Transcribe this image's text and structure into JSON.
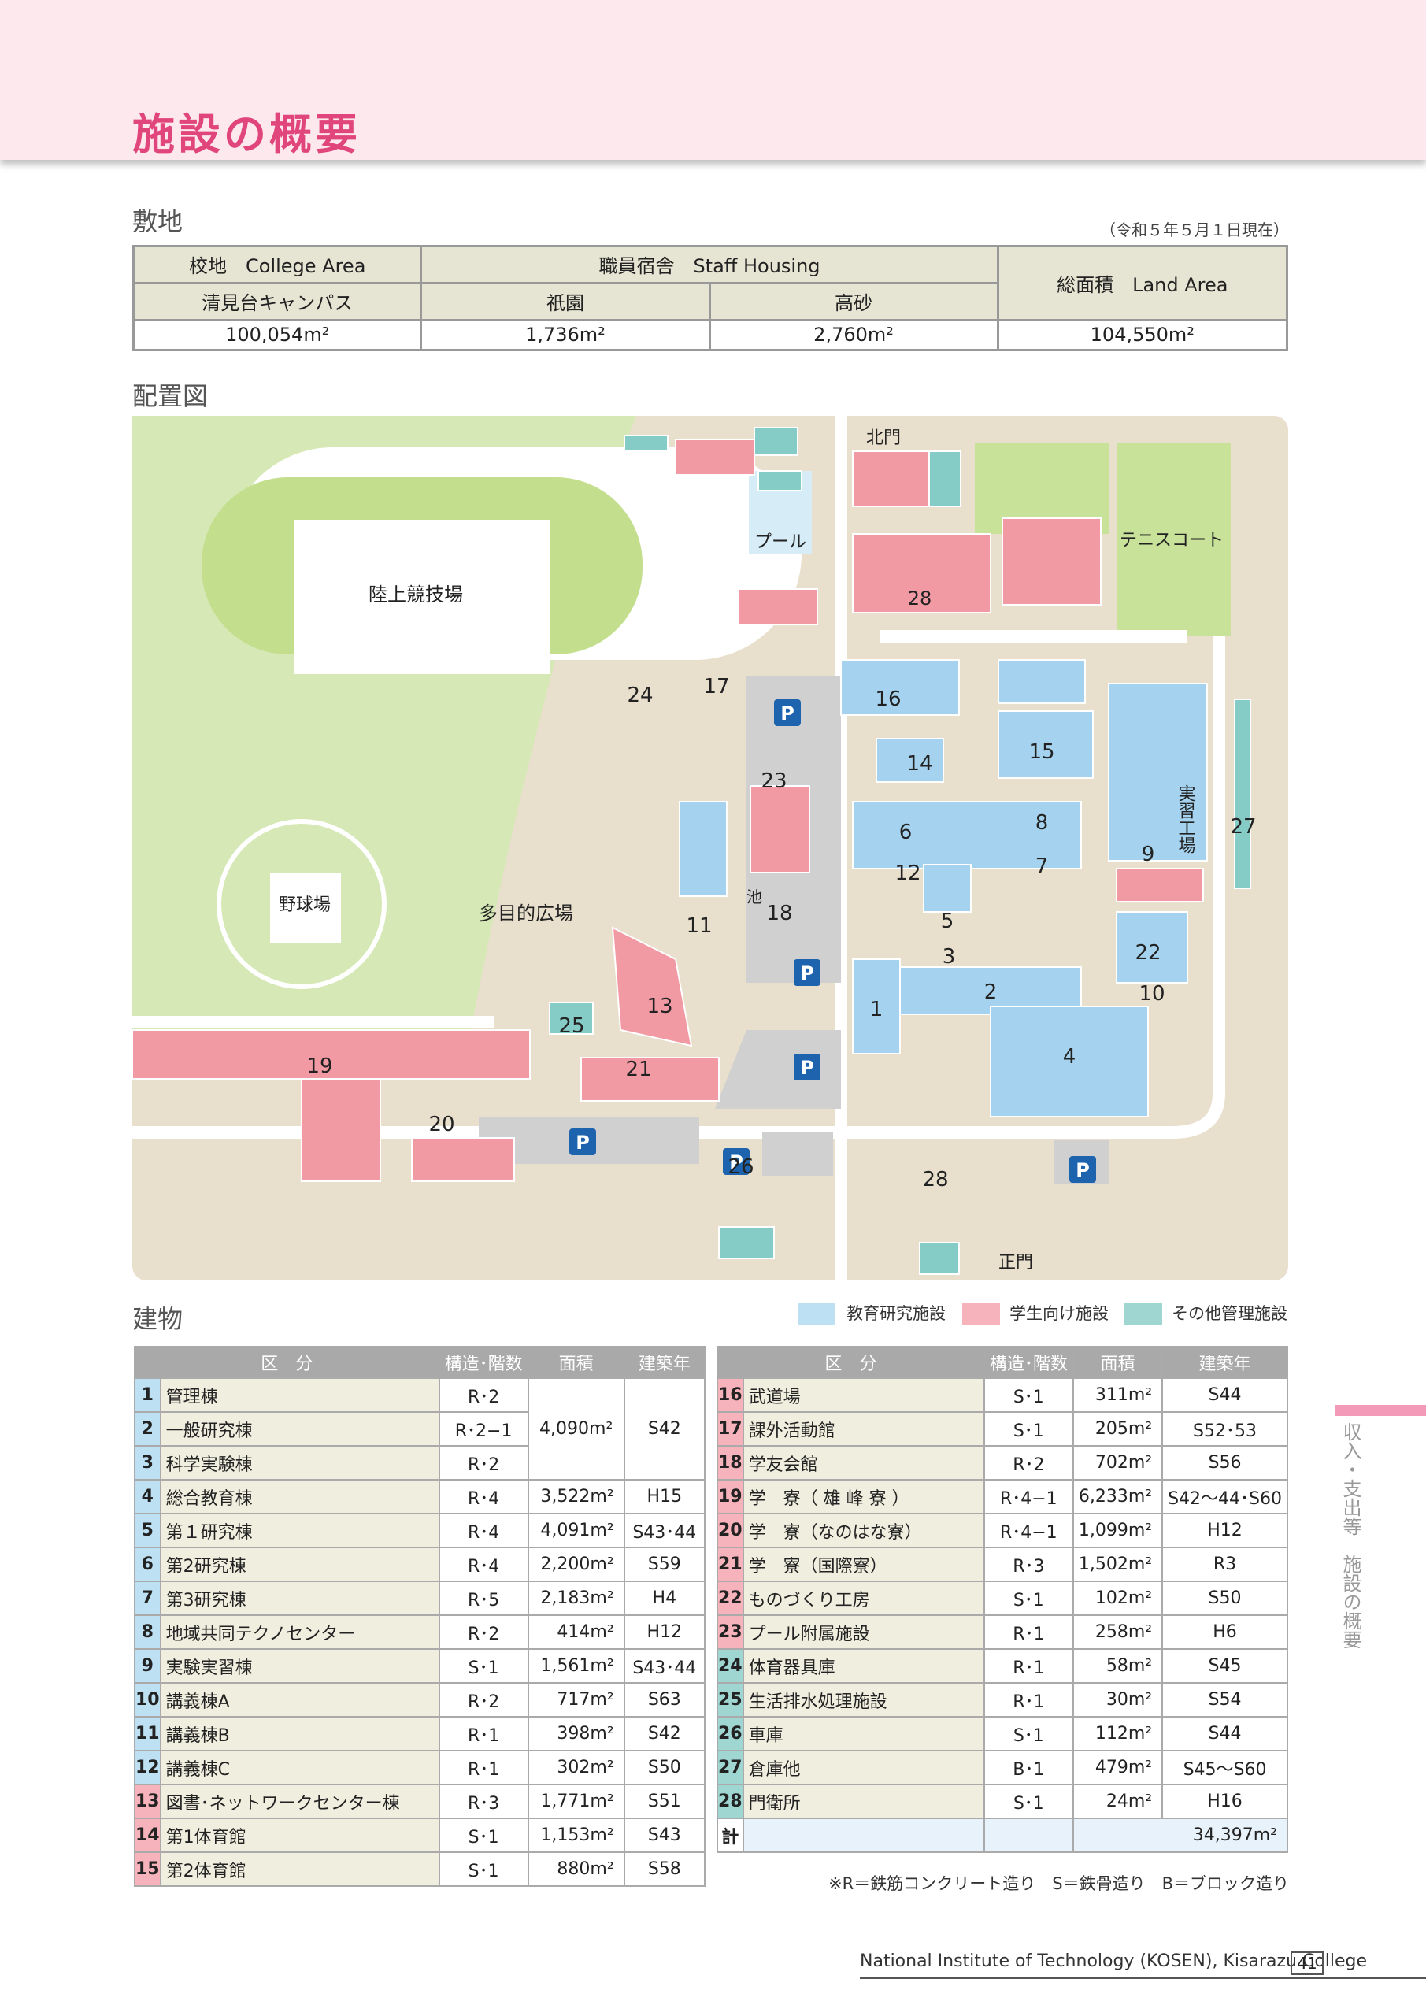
{
  "header": {
    "title": "施設の概要"
  },
  "site": {
    "heading": "敷地",
    "as_of": "（令和５年５月１日現在）",
    "college_area": "校地　College Area",
    "staff_housing": "職員宿舎　Staff Housing",
    "land_area": "総面積　Land Area",
    "campus": "清見台キャンパス",
    "gion": "祇園",
    "takasago": "高砂",
    "campus_val": "100,054m²",
    "gion_val": "1,736m²",
    "takasago_val": "2,760m²",
    "land_val": "104,550m²"
  },
  "layout": {
    "heading": "配置図",
    "labels": {
      "track": "陸上競技場",
      "baseball": "野球場",
      "plaza": "多目的広場",
      "pool": "プール",
      "tennis": "テニスコート",
      "north_gate": "北門",
      "main_gate": "正門",
      "pond": "池",
      "workshop": "実習工場",
      "parking": "P"
    }
  },
  "buildings": {
    "heading": "建物",
    "legend": {
      "edu": "教育研究施設",
      "stu": "学生向け施設",
      "oth": "その他管理施設"
    },
    "colors": {
      "edu": "#bde0f3",
      "stu": "#f7b3bb",
      "oth": "#9fd6d2"
    },
    "headers": {
      "category": "区　分",
      "structure": "構造･階数",
      "area": "面積",
      "year": "建築年"
    },
    "left": [
      {
        "no": "1",
        "name": "管理棟",
        "structure": "R･2",
        "area": "4,090m²",
        "year": "S42"
      },
      {
        "no": "2",
        "name": "一般研究棟",
        "structure": "R･2−1",
        "area": "",
        "year": ""
      },
      {
        "no": "3",
        "name": "科学実験棟",
        "structure": "R･2",
        "area": "",
        "year": ""
      },
      {
        "no": "4",
        "name": "総合教育棟",
        "structure": "R･4",
        "area": "3,522m²",
        "year": "H15"
      },
      {
        "no": "5",
        "name": "第１研究棟",
        "structure": "R･4",
        "area": "4,091m²",
        "year": "S43･44"
      },
      {
        "no": "6",
        "name": "第2研究棟",
        "structure": "R･4",
        "area": "2,200m²",
        "year": "S59"
      },
      {
        "no": "7",
        "name": "第3研究棟",
        "structure": "R･5",
        "area": "2,183m²",
        "year": "H4"
      },
      {
        "no": "8",
        "name": "地域共同テクノセンター",
        "structure": "R･2",
        "area": "414m²",
        "year": "H12"
      },
      {
        "no": "9",
        "name": "実験実習棟",
        "structure": "S･1",
        "area": "1,561m²",
        "year": "S43･44"
      },
      {
        "no": "10",
        "name": "講義棟A",
        "structure": "R･2",
        "area": "717m²",
        "year": "S63"
      },
      {
        "no": "11",
        "name": "講義棟B",
        "structure": "R･1",
        "area": "398m²",
        "year": "S42"
      },
      {
        "no": "12",
        "name": "講義棟C",
        "structure": "R･1",
        "area": "302m²",
        "year": "S50"
      },
      {
        "no": "13",
        "name": "図書･ネットワークセンター棟",
        "structure": "R･3",
        "area": "1,771m²",
        "year": "S51"
      },
      {
        "no": "14",
        "name": "第1体育館",
        "structure": "S･1",
        "area": "1,153m²",
        "year": "S43"
      },
      {
        "no": "15",
        "name": "第2体育館",
        "structure": "S･1",
        "area": "880m²",
        "year": "S58"
      }
    ],
    "right": [
      {
        "no": "16",
        "name": "武道場",
        "structure": "S･1",
        "area": "311m²",
        "year": "S44"
      },
      {
        "no": "17",
        "name": "課外活動館",
        "structure": "S･1",
        "area": "205m²",
        "year": "S52･53"
      },
      {
        "no": "18",
        "name": "学友会館",
        "structure": "R･2",
        "area": "702m²",
        "year": "S56"
      },
      {
        "no": "19",
        "name": "学　寮（ 雄 峰 寮 ）",
        "structure": "R･4−1",
        "area": "6,233m²",
        "year": "S42〜44･S60"
      },
      {
        "no": "20",
        "name": "学　寮（なのはな寮）",
        "structure": "R･4−1",
        "area": "1,099m²",
        "year": "H12"
      },
      {
        "no": "21",
        "name": "学　寮（国際寮）",
        "structure": "R･3",
        "area": "1,502m²",
        "year": "R3"
      },
      {
        "no": "22",
        "name": "ものづくり工房",
        "structure": "S･1",
        "area": "102m²",
        "year": "S50"
      },
      {
        "no": "23",
        "name": "プール附属施設",
        "structure": "R･1",
        "area": "258m²",
        "year": "H6"
      },
      {
        "no": "24",
        "name": "体育器具庫",
        "structure": "R･1",
        "area": "58m²",
        "year": "S45"
      },
      {
        "no": "25",
        "name": "生活排水処理施設",
        "structure": "R･1",
        "area": "30m²",
        "year": "S54"
      },
      {
        "no": "26",
        "name": "車庫",
        "structure": "S･1",
        "area": "112m²",
        "year": "S44"
      },
      {
        "no": "27",
        "name": "倉庫他",
        "structure": "B･1",
        "area": "479m²",
        "year": "S45〜S60"
      },
      {
        "no": "28",
        "name": "門衛所",
        "structure": "S･1",
        "area": "24m²",
        "year": "H16"
      }
    ],
    "total_label": "計",
    "total_area": "34,397m²",
    "note": "※R＝鉄筋コンクリート造り　S＝鉄骨造り　B＝ブロック造り"
  },
  "side": {
    "text": "収入・支出等　施設の概要"
  },
  "footer": {
    "text": "National Institute of Technology (KOSEN), Kisarazu College",
    "page": "41"
  }
}
